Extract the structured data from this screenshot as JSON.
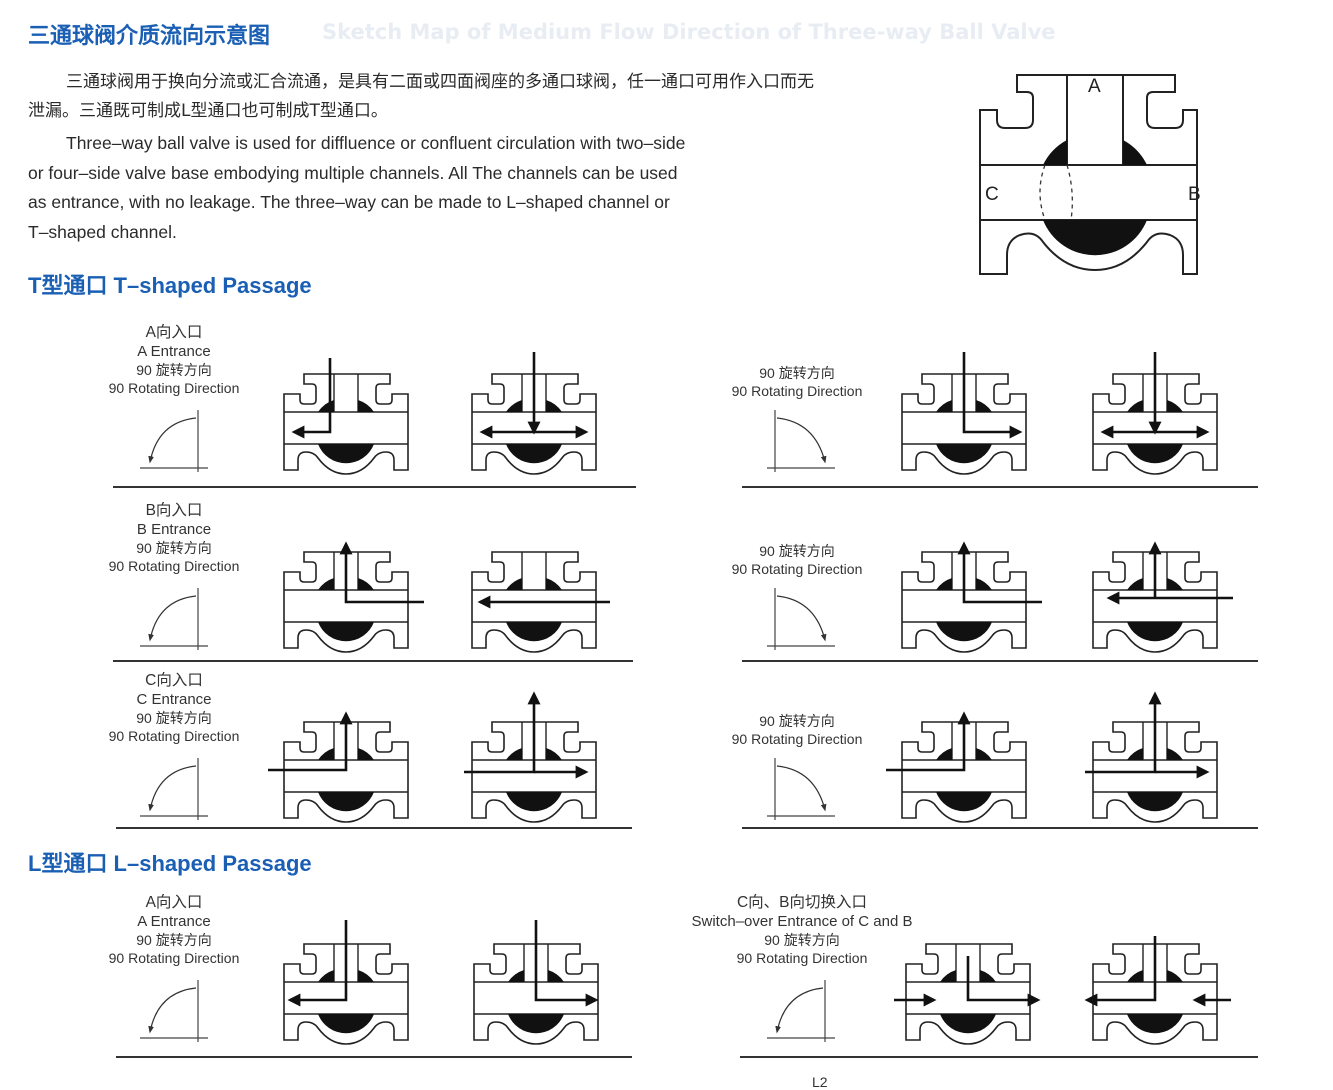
{
  "header": {
    "title": "三通球阀介质流向示意图",
    "title_en_faded": "Sketch Map of Medium Flow Direction of Three-way Ball Valve"
  },
  "intro": {
    "cn": "三通球阀用于换向分流或汇合流通，是具有二面或四面阀座的多通口球阀，任一通口可用作入口而无泄漏。三通既可制成L型通口也可制成T型通口。",
    "en_lines": [
      "Three–way ball valve is used for diffluence or confluent circulation with two–side",
      "or four–side valve base embodying multiple channels. All The channels can be used",
      "as entrance, with no leakage. The three–way can be made to L–shaped channel or",
      "T–shaped channel."
    ]
  },
  "big_diagram": {
    "port_a": "A",
    "port_b": "B",
    "port_c": "C"
  },
  "t_section": {
    "title": "T型通口  T–shaped Passage",
    "rows": [
      {
        "cn": "A向入口",
        "en": "A Entrance",
        "angle": "90   旋转方向",
        "dir": "90 Rotating Direction",
        "right_angle": "90   旋转方向",
        "right_dir": "90 Rotating Direction"
      },
      {
        "cn": "B向入口",
        "en": "B Entrance",
        "angle": "90   旋转方向",
        "dir": "90 Rotating Direction",
        "right_angle": "90   旋转方向",
        "right_dir": "90 Rotating Direction"
      },
      {
        "cn": "C向入口",
        "en": "C Entrance",
        "angle": "90   旋转方向",
        "dir": "90 Rotating Direction",
        "right_angle": "90   旋转方向",
        "right_dir": "90 Rotating Direction"
      }
    ]
  },
  "l_section": {
    "title": "L型通口  L–shaped Passage",
    "left": {
      "cn": "A向入口",
      "en": "A Entrance",
      "angle": "90   旋转方向",
      "dir": "90 Rotating Direction"
    },
    "right": {
      "cn": "C向、B向切换入口",
      "en": "Switch–over Entrance of C and B",
      "angle": "90   旋转方向",
      "dir": "90 Rotating Direction"
    }
  },
  "footer": {
    "page_mark": "L2"
  },
  "colors": {
    "accent": "#1a5fb4",
    "ink": "#222222"
  }
}
